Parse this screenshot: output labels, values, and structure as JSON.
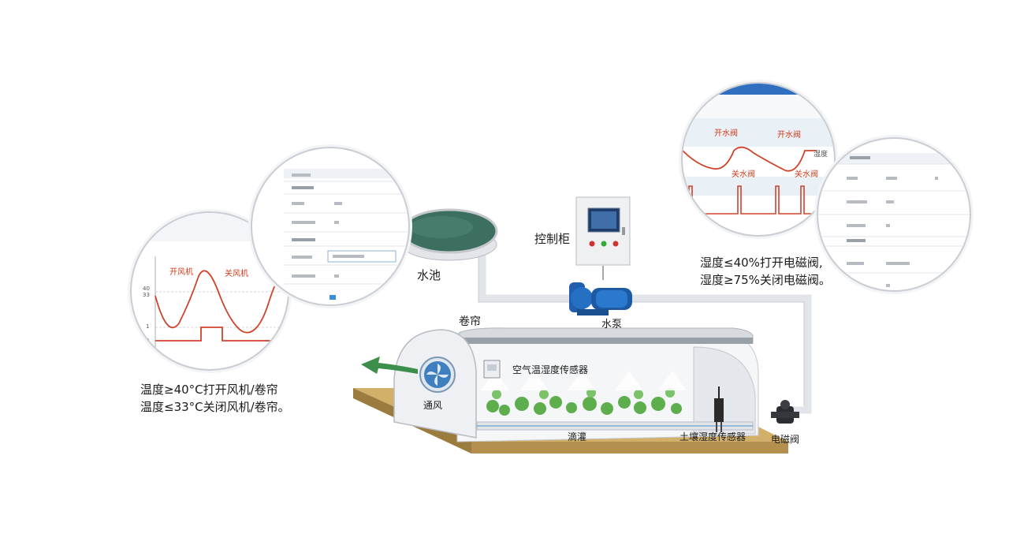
{
  "labels": {
    "pool": "水池",
    "control_cabinet": "控制柜",
    "pump": "水泵",
    "roller_shutter": "卷帘",
    "air_sensor": "空气温湿度传感器",
    "ventilation": "通风",
    "drip_irrigation": "滴灌",
    "soil_sensor": "土壤湿度传感器",
    "solenoid_valve": "电磁阀"
  },
  "notes": {
    "temp_line1": "温度≥40°C打开风机/卷帘",
    "temp_line2": "温度≤33°C关闭风机/卷帘。",
    "humid_line1": "湿度≤40%打开电磁阀,",
    "humid_line2": "湿度≥75%关闭电磁阀。"
  },
  "left_chart": {
    "label_open": "开风机",
    "label_close": "关风机",
    "tick_top": "40",
    "tick_mid": "33",
    "tick_low": "1",
    "tick_zero": "0"
  },
  "right_chart": {
    "label_open1": "开水阀",
    "label_open2": "开水阀",
    "label_close1": "关水阀",
    "label_close2": "关水阀",
    "side_label": "湿度"
  },
  "colors": {
    "curve": "#d0432b",
    "pipe": "#e5e7ea",
    "arrow": "#3c8f4a",
    "pump": "#2067b6",
    "soil": "#cba867"
  }
}
